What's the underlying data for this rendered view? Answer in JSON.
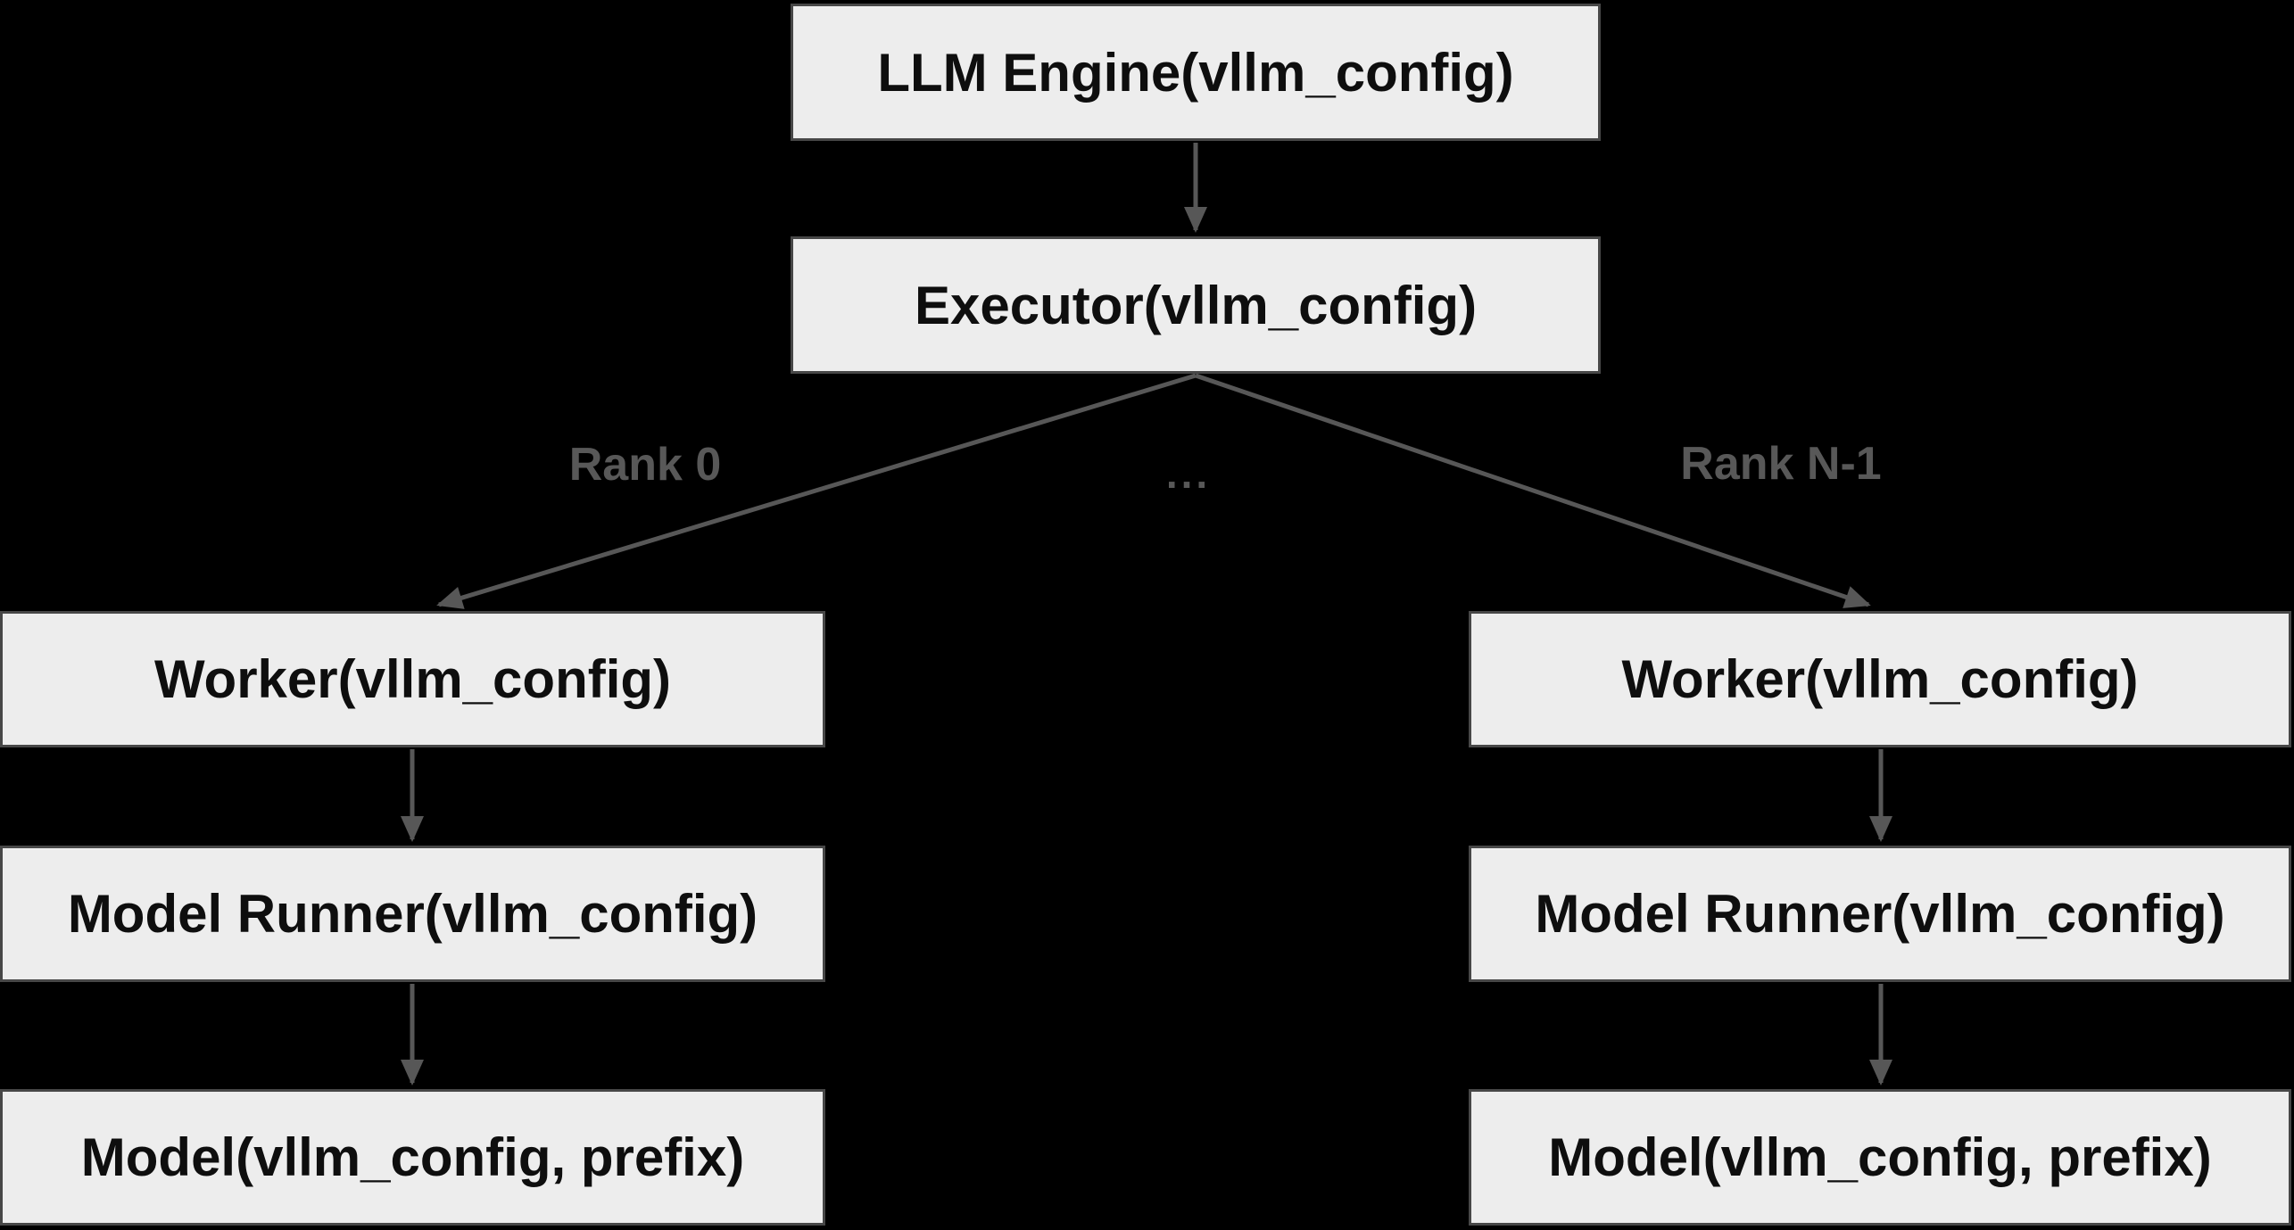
{
  "diagram": {
    "nodes": {
      "llm_engine": {
        "label": "LLM Engine(vllm_config)"
      },
      "executor": {
        "label": "Executor(vllm_config)"
      },
      "worker_left": {
        "label": "Worker(vllm_config)"
      },
      "model_runner_left": {
        "label": "Model Runner(vllm_config)"
      },
      "model_left": {
        "label": "Model(vllm_config, prefix)"
      },
      "worker_right": {
        "label": "Worker(vllm_config)"
      },
      "model_runner_right": {
        "label": "Model Runner(vllm_config)"
      },
      "model_right": {
        "label": "Model(vllm_config, prefix)"
      }
    },
    "edge_labels": {
      "rank_0": "Rank 0",
      "ellipsis": "...",
      "rank_n_1": "Rank N-1"
    },
    "colors": {
      "background": "#000000",
      "node_fill": "#ededed",
      "node_border": "#474747",
      "node_text": "#0e0e0e",
      "edge": "#575757",
      "edge_label": "#585858"
    }
  }
}
